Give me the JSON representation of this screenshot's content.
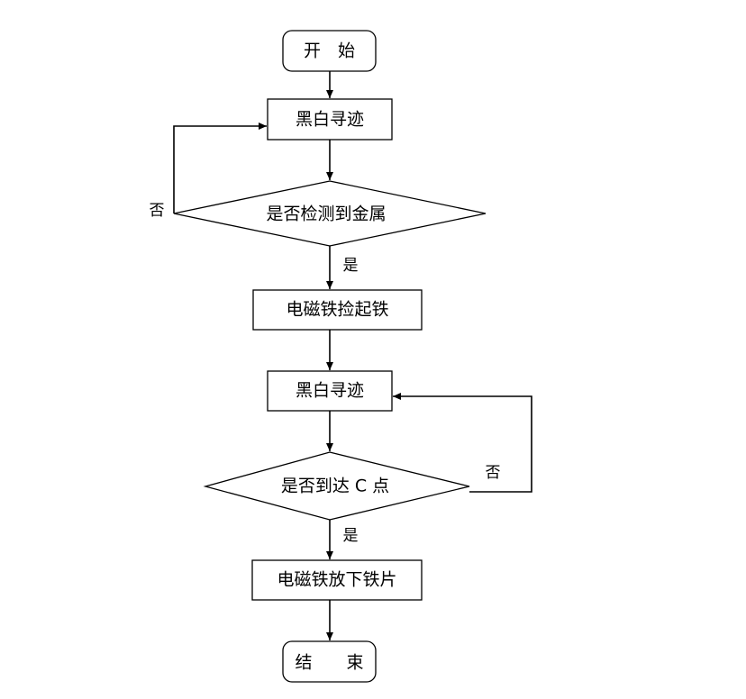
{
  "nodes": {
    "start": "开　始",
    "track1": "黑白寻迹",
    "check_metal": "是否检测到金属",
    "pickup": "电磁铁捡起铁",
    "track2": "黑白寻迹",
    "check_c": "是否到达 C 点",
    "putdown": "电磁铁放下铁片",
    "end": "结　　束"
  },
  "edge_labels": {
    "metal_no": "否",
    "metal_yes": "是",
    "c_no": "否",
    "c_yes": "是"
  }
}
